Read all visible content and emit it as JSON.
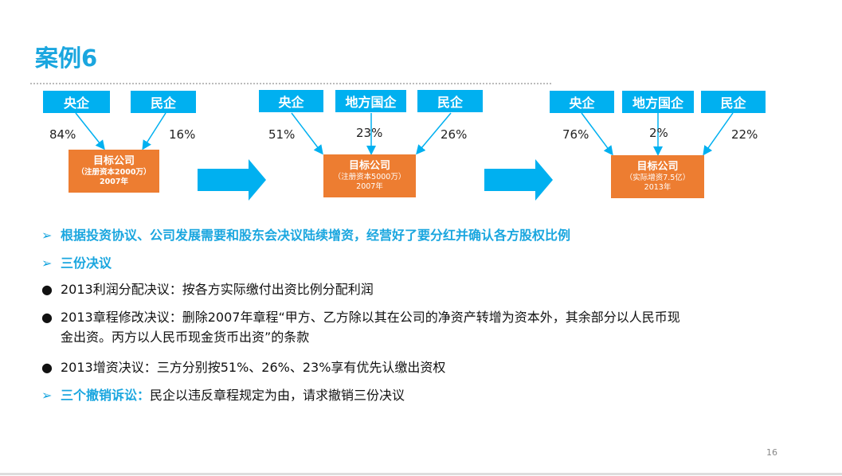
{
  "title": "案例6",
  "stage1": {
    "shareholders": [
      "央企",
      "民企"
    ],
    "percents": [
      "84%",
      "16%"
    ],
    "company": {
      "name": "目标公司",
      "detail": "（注册资本2000万）",
      "year": "2007年"
    }
  },
  "stage2": {
    "shareholders": [
      "央企",
      "地方国企",
      "民企"
    ],
    "percents": [
      "51%",
      "23%",
      "26%"
    ],
    "company": {
      "name": "目标公司",
      "detail": "（注册资本5000万）",
      "year": "2007年"
    }
  },
  "stage3": {
    "shareholders": [
      "央企",
      "地方国企",
      "民企"
    ],
    "percents": [
      "76%",
      "2%",
      "22%"
    ],
    "company": {
      "name": "目标公司",
      "detail": "（实际增资7.5亿）",
      "year": "2013年"
    }
  },
  "bullets": [
    {
      "marker": "➢",
      "text": "根据投资协议、公司发展需要和股东会决议陆续增资，经营好了要分红并确认各方股权比例"
    },
    {
      "marker": "➢",
      "text": "三份决议"
    },
    {
      "marker": "●",
      "text": "2013利润分配决议：按各方实际缴付出资比例分配利润"
    },
    {
      "marker": "●",
      "text": "2013章程修改决议：删除2007年章程“甲方、乙方除以其在公司的净资产转增为资本外，其余部分以人民币现",
      "text2": "金出资。丙方以人民币现金货币出资”的条款"
    },
    {
      "marker": "●",
      "text": "2013增资决议：三方分别按51%、26%、23%享有优先认缴出资权"
    },
    {
      "marker": "➢",
      "label": "三个撤销诉讼：",
      "text": "民企以违反章程规定为由，请求撤销三份决议"
    }
  ],
  "page_number": "16",
  "colors": {
    "accent": "#00b0f0",
    "company": "#ed7d31",
    "title": "#1aa6df"
  }
}
